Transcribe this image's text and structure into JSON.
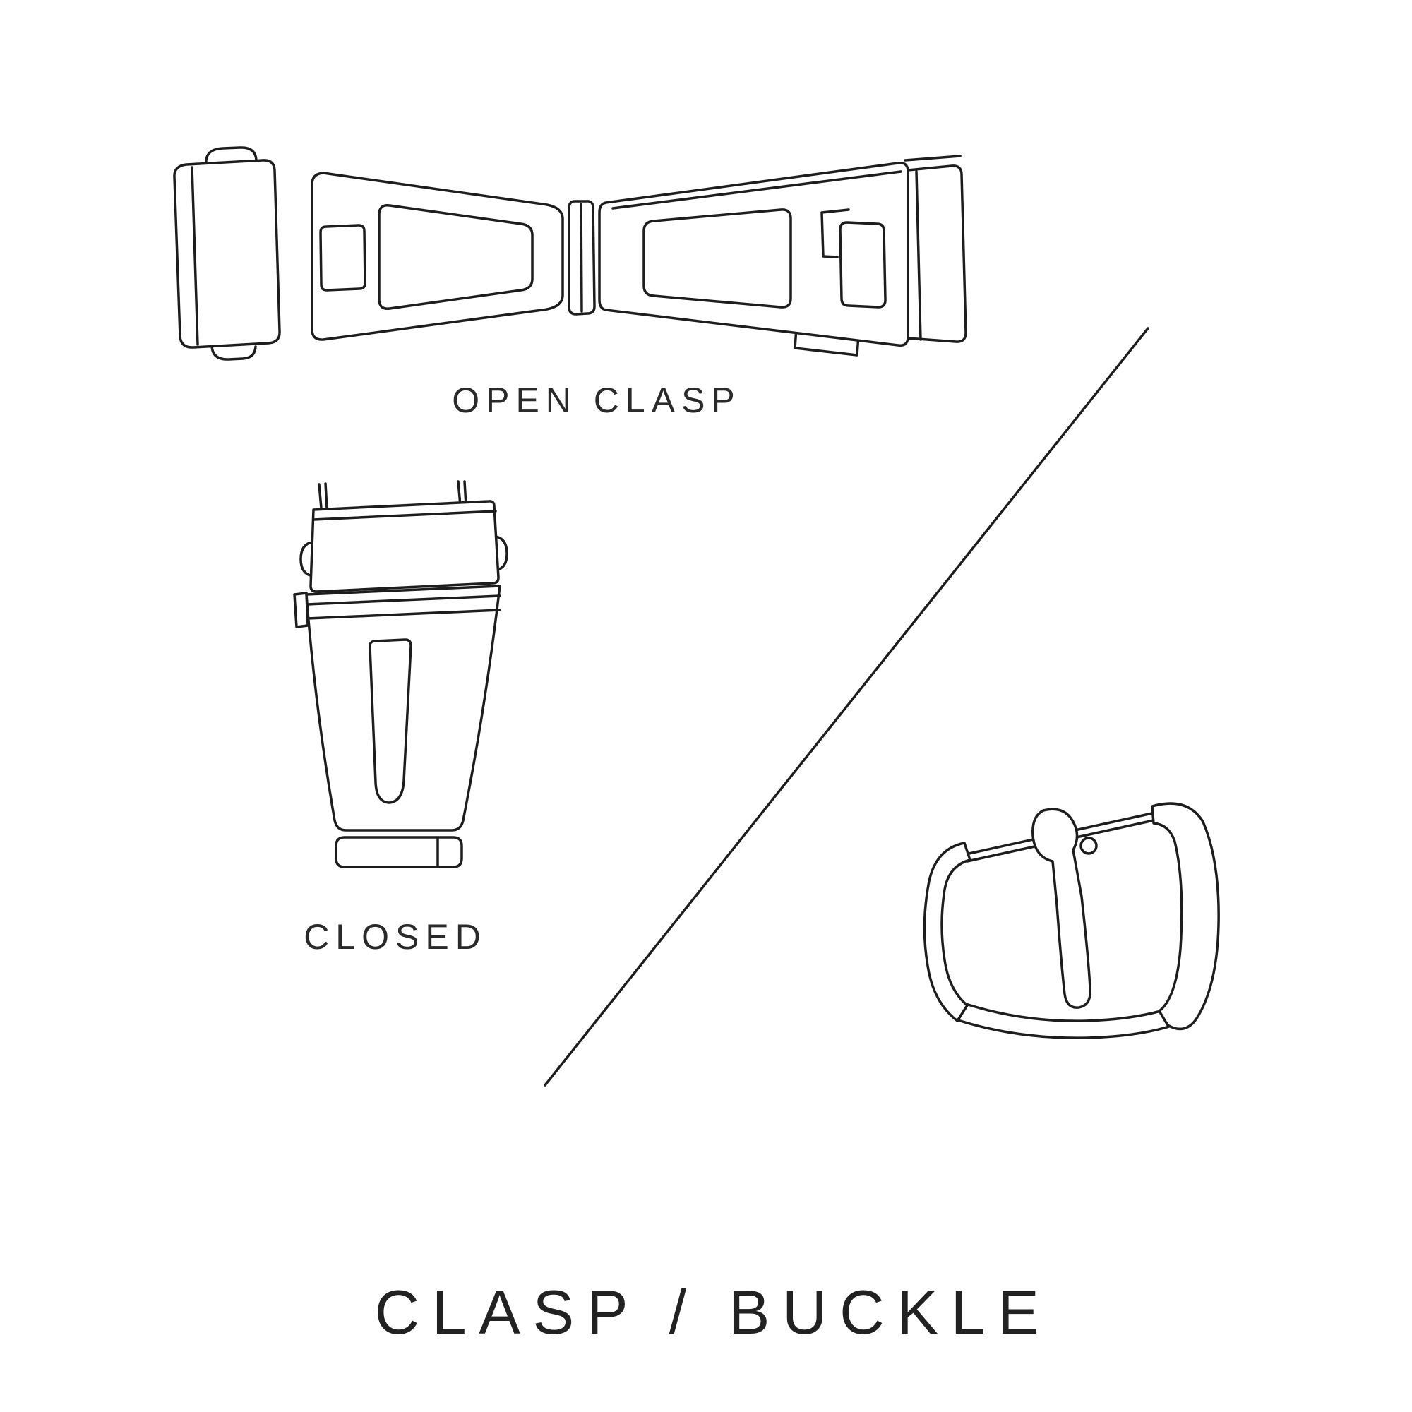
{
  "colors": {
    "background": "#ffffff",
    "line": "#1d1d1d",
    "text": "#2a2a2a"
  },
  "diagram": {
    "open_clasp_caption": "OPEN CLASP",
    "closed_clasp_caption": "CLOSED",
    "title": "CLASP / BUCKLE"
  },
  "illustrations": [
    "open-clasp",
    "closed-clasp",
    "tang-buckle",
    "diagonal-divider"
  ]
}
